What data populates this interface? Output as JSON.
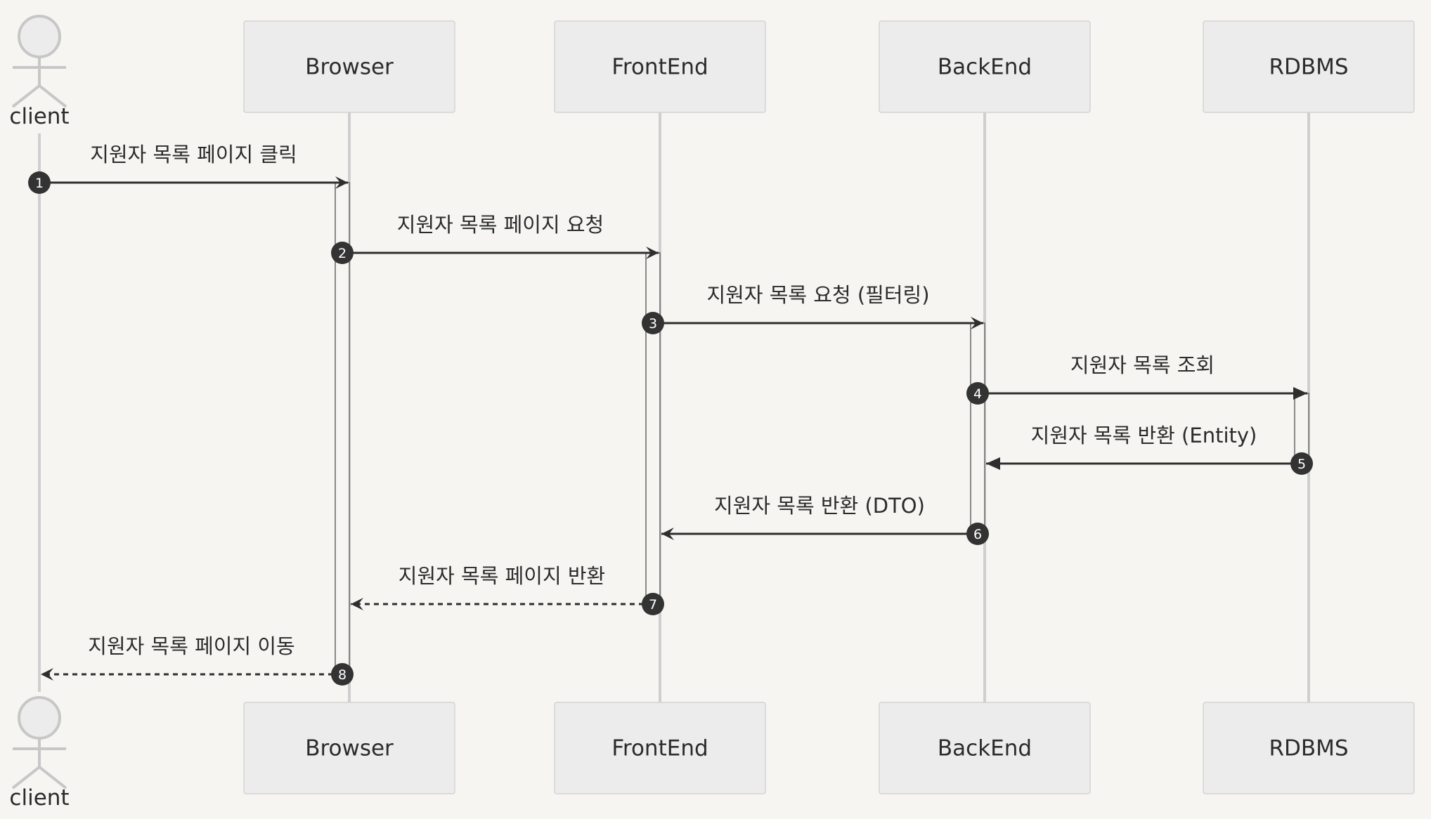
{
  "participants": [
    {
      "id": "client",
      "label": "client",
      "kind": "actor"
    },
    {
      "id": "browser",
      "label": "Browser",
      "kind": "box"
    },
    {
      "id": "frontend",
      "label": "FrontEnd",
      "kind": "box"
    },
    {
      "id": "backend",
      "label": "BackEnd",
      "kind": "box"
    },
    {
      "id": "rdbms",
      "label": "RDBMS",
      "kind": "box"
    }
  ],
  "messages": [
    {
      "num": "1",
      "from": "client",
      "to": "browser",
      "label": "지원자 목록 페이지 클릭",
      "style": "solid",
      "arrow": "open"
    },
    {
      "num": "2",
      "from": "browser",
      "to": "frontend",
      "label": "지원자 목록 페이지 요청",
      "style": "solid",
      "arrow": "open"
    },
    {
      "num": "3",
      "from": "frontend",
      "to": "backend",
      "label": "지원자 목록 요청 (필터링)",
      "style": "solid",
      "arrow": "open"
    },
    {
      "num": "4",
      "from": "backend",
      "to": "rdbms",
      "label": "지원자 목록 조회",
      "style": "solid",
      "arrow": "filled"
    },
    {
      "num": "5",
      "from": "rdbms",
      "to": "backend",
      "label": "지원자 목록 반환 (Entity)",
      "style": "solid",
      "arrow": "filled"
    },
    {
      "num": "6",
      "from": "backend",
      "to": "frontend",
      "label": "지원자 목록 반환 (DTO)",
      "style": "solid",
      "arrow": "open"
    },
    {
      "num": "7",
      "from": "frontend",
      "to": "browser",
      "label": "지원자 목록 페이지 반환",
      "style": "dashed",
      "arrow": "open"
    },
    {
      "num": "8",
      "from": "browser",
      "to": "client",
      "label": "지원자 목록 페이지 이동",
      "style": "dashed",
      "arrow": "open"
    }
  ],
  "colors": {
    "background": "#f6f5f2",
    "participant_fill": "#ececec",
    "participant_border": "#d3d3d3",
    "lifeline": "#cfcfcf",
    "message": "#2e2e2e",
    "number_badge": "#333333"
  }
}
